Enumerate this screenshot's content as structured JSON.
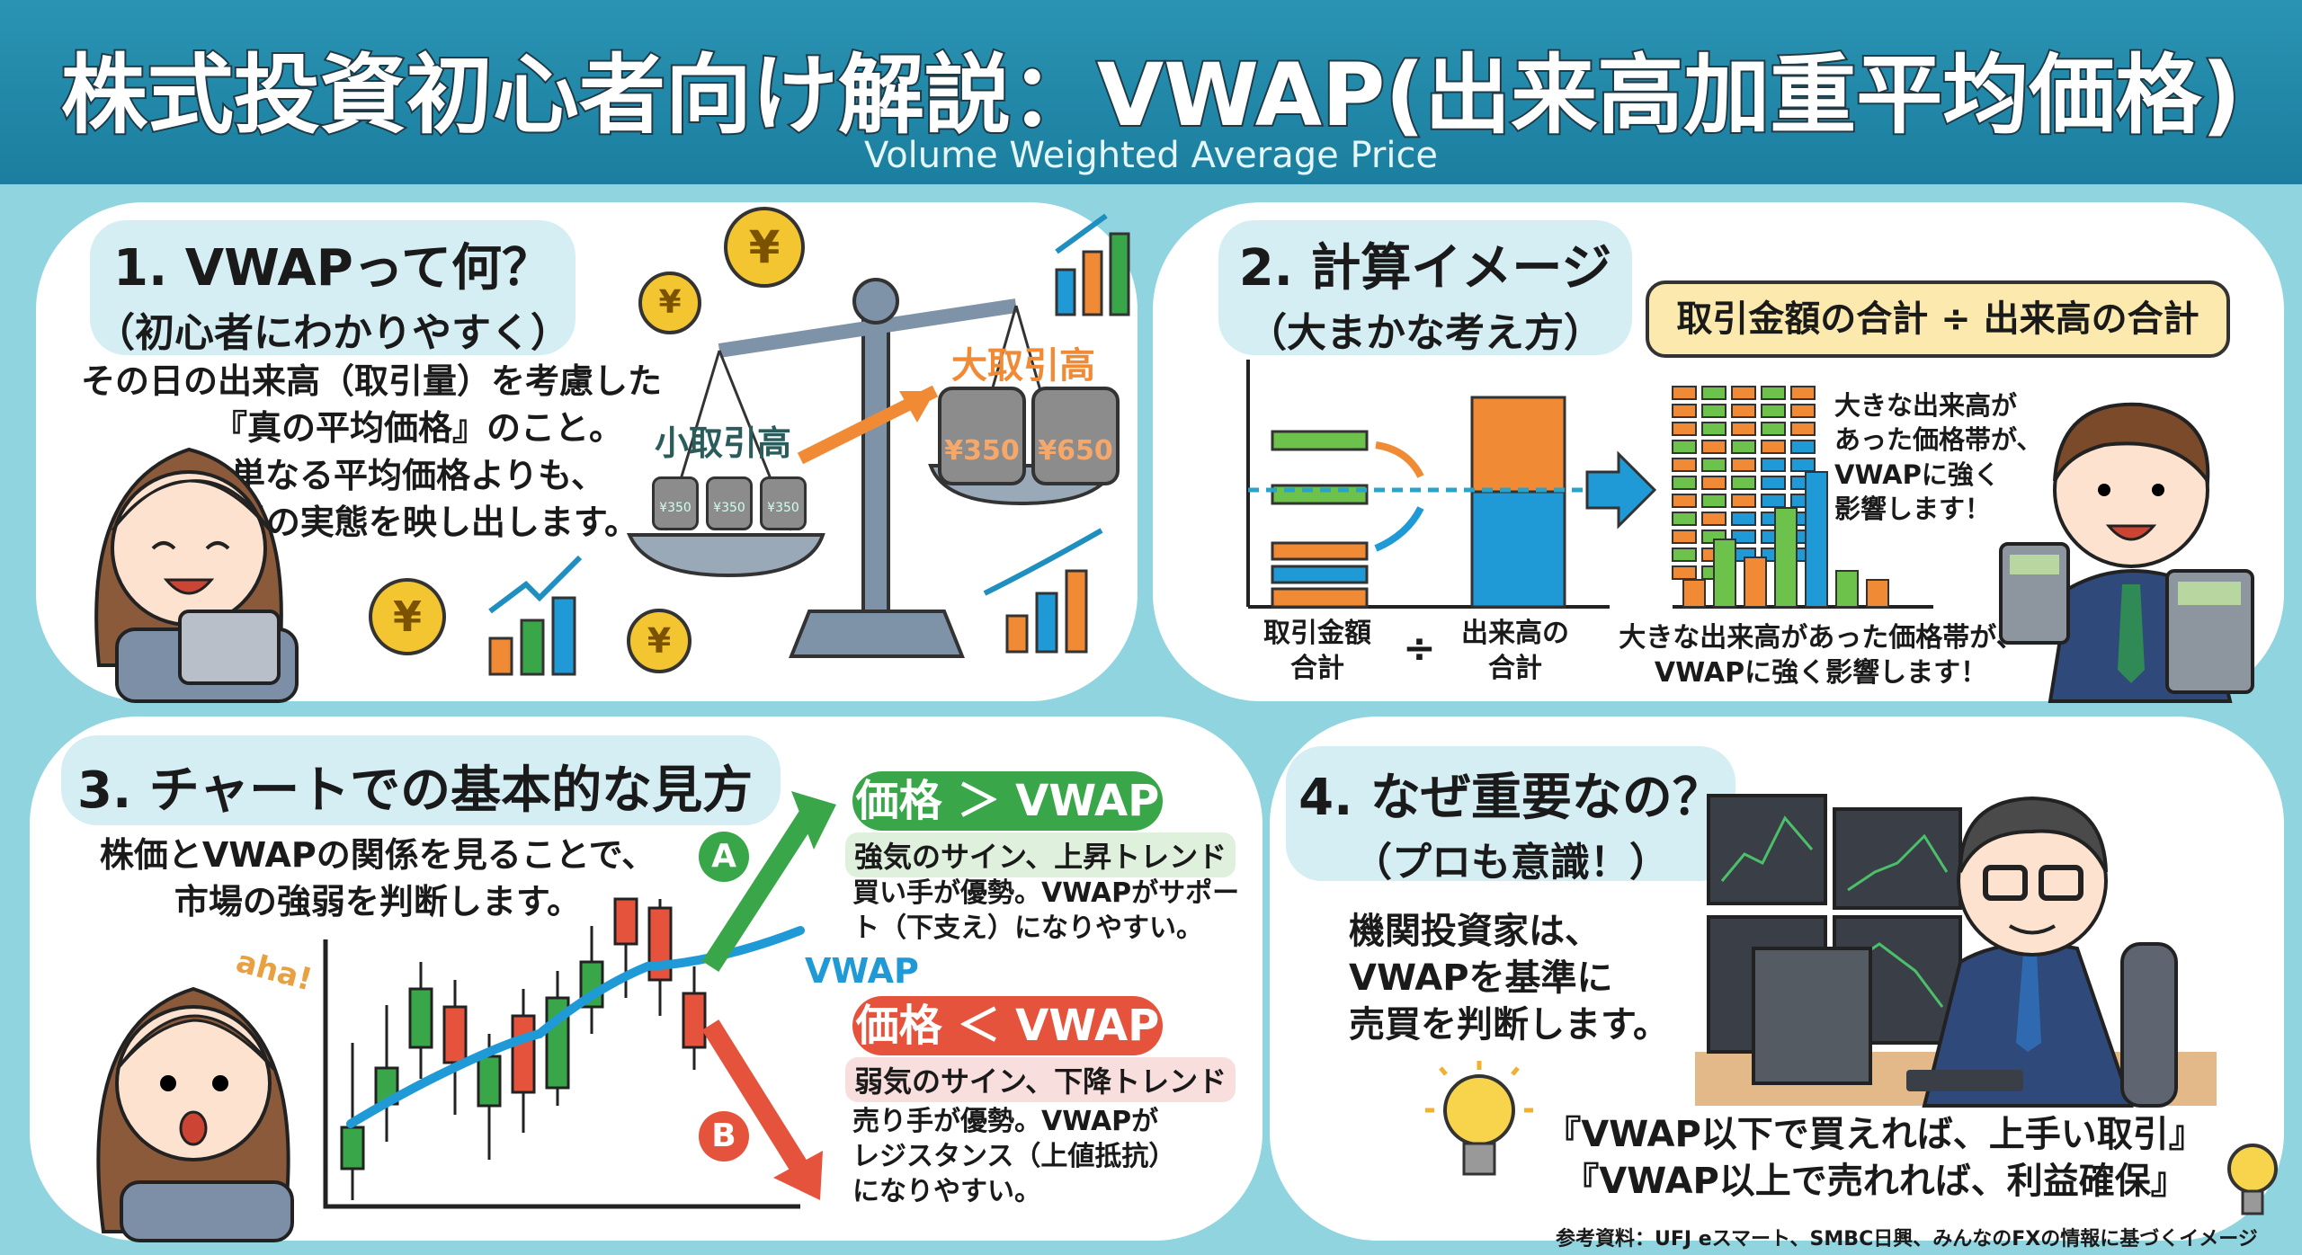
{
  "header": {
    "title": "株式投資初心者向け解説：VWAP(出来高加重平均価格)",
    "subtitle": "Volume Weighted Average Price"
  },
  "colors": {
    "header": "#1b7e9f",
    "background": "#8fd4df",
    "green": "#3aa64a",
    "red": "#e5533d",
    "orange": "#f08a35",
    "blue": "#1f9ad6"
  },
  "section1": {
    "heading": "1. VWAPって何？",
    "subheading": "（初心者にわかりやすく）",
    "body": [
      "その日の出来高（取引量）を考慮した",
      "『真の平均価格』のこと。",
      "単なる平均価格よりも、",
      "市場の実態を映し出します。"
    ],
    "small_label": "小取引高",
    "large_label": "大取引高",
    "small_weights": [
      "¥350",
      "¥350",
      "¥350"
    ],
    "large_weights": [
      "¥350",
      "¥650"
    ],
    "coin_symbol": "¥"
  },
  "section2": {
    "heading": "2. 計算イメージ",
    "subheading": "（大まかな考え方）",
    "formula": "取引金額の合計 ÷ 出来高の合計",
    "label_left": [
      "取引金額",
      "合計"
    ],
    "divide": "÷",
    "label_right": [
      "出来高の",
      "合計"
    ],
    "side_note": [
      "大きな出来高が",
      "あった価格帯が、",
      "VWAPに強く",
      "影響します！"
    ],
    "bottom_note": [
      "大きな出来高があった価格帯が、",
      "VWAPに強く影響します！"
    ]
  },
  "section3": {
    "heading": "3. チャートでの基本的な見方",
    "intro": [
      "株価とVWAPの関係を見ることで、",
      "市場の強弱を判断します。"
    ],
    "exclaim": "aha!",
    "vwap_label": "VWAP",
    "a": {
      "marker": "A",
      "pill": "価格 ＞ VWAP",
      "signal": "強気のサイン、上昇トレンド",
      "desc": [
        "買い手が優勢。VWAPがサポー",
        "ト（下支え）になりやすい。"
      ]
    },
    "b": {
      "marker": "B",
      "pill": "価格 ＜ VWAP",
      "signal": "弱気のサイン、下降トレンド",
      "desc": [
        "売り手が優勢。VWAPが",
        "レジスタンス（上値抵抗）",
        "になりやすい。"
      ]
    }
  },
  "section4": {
    "heading": "4. なぜ重要なの？",
    "subheading": "（プロも意識！）",
    "body": [
      "機関投資家は、",
      "VWAPを基準に",
      "売買を判断します。"
    ],
    "quotes": [
      "『VWAP以下で買えれば、上手い取引』",
      "『VWAP以上で売れれば、利益確保』"
    ],
    "source": "参考資料：UFJ eスマート、SMBC日興、みんなのFXの情報に基づくイメージ"
  }
}
